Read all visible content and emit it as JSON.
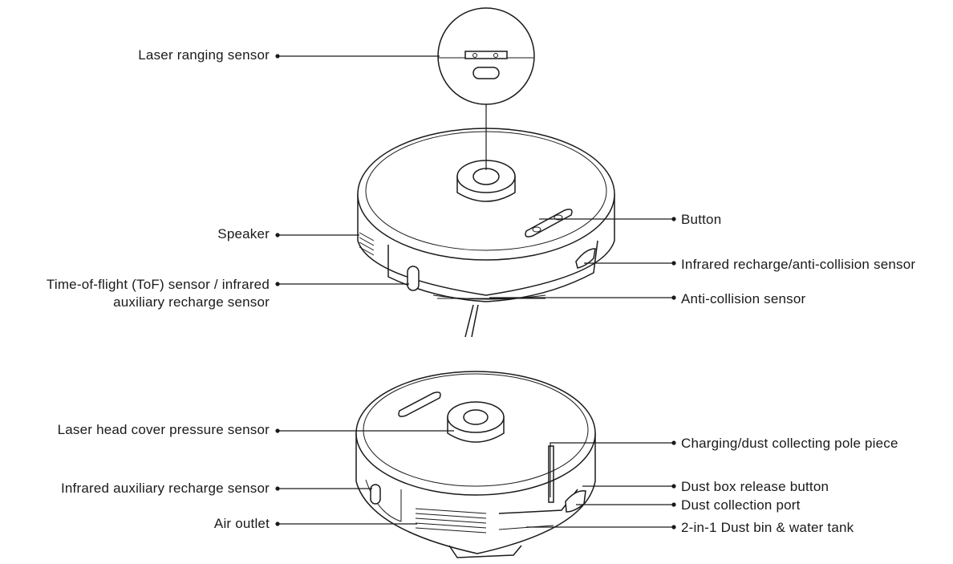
{
  "labels": {
    "laser_ranging_sensor": "Laser ranging sensor",
    "speaker": "Speaker",
    "tof_sensor_line1": "Time-of-flight (ToF) sensor / infrared",
    "tof_sensor_line2": "auxiliary recharge sensor",
    "button": "Button",
    "infrared_recharge_anticollision": "Infrared recharge/anti-collision sensor",
    "anti_collision_sensor": "Anti-collision sensor",
    "laser_head_cover_pressure": "Laser head cover pressure sensor",
    "infrared_auxiliary_recharge": "Infrared auxiliary recharge sensor",
    "air_outlet": "Air outlet",
    "charging_pole_piece": "Charging/dust collecting pole piece",
    "dust_box_release": "Dust box release button",
    "dust_collection_port": "Dust collection port",
    "dust_bin_water_tank": "2-in-1 Dust bin & water tank"
  },
  "colors": {
    "line": "#1a1a1a",
    "background": "#ffffff"
  }
}
